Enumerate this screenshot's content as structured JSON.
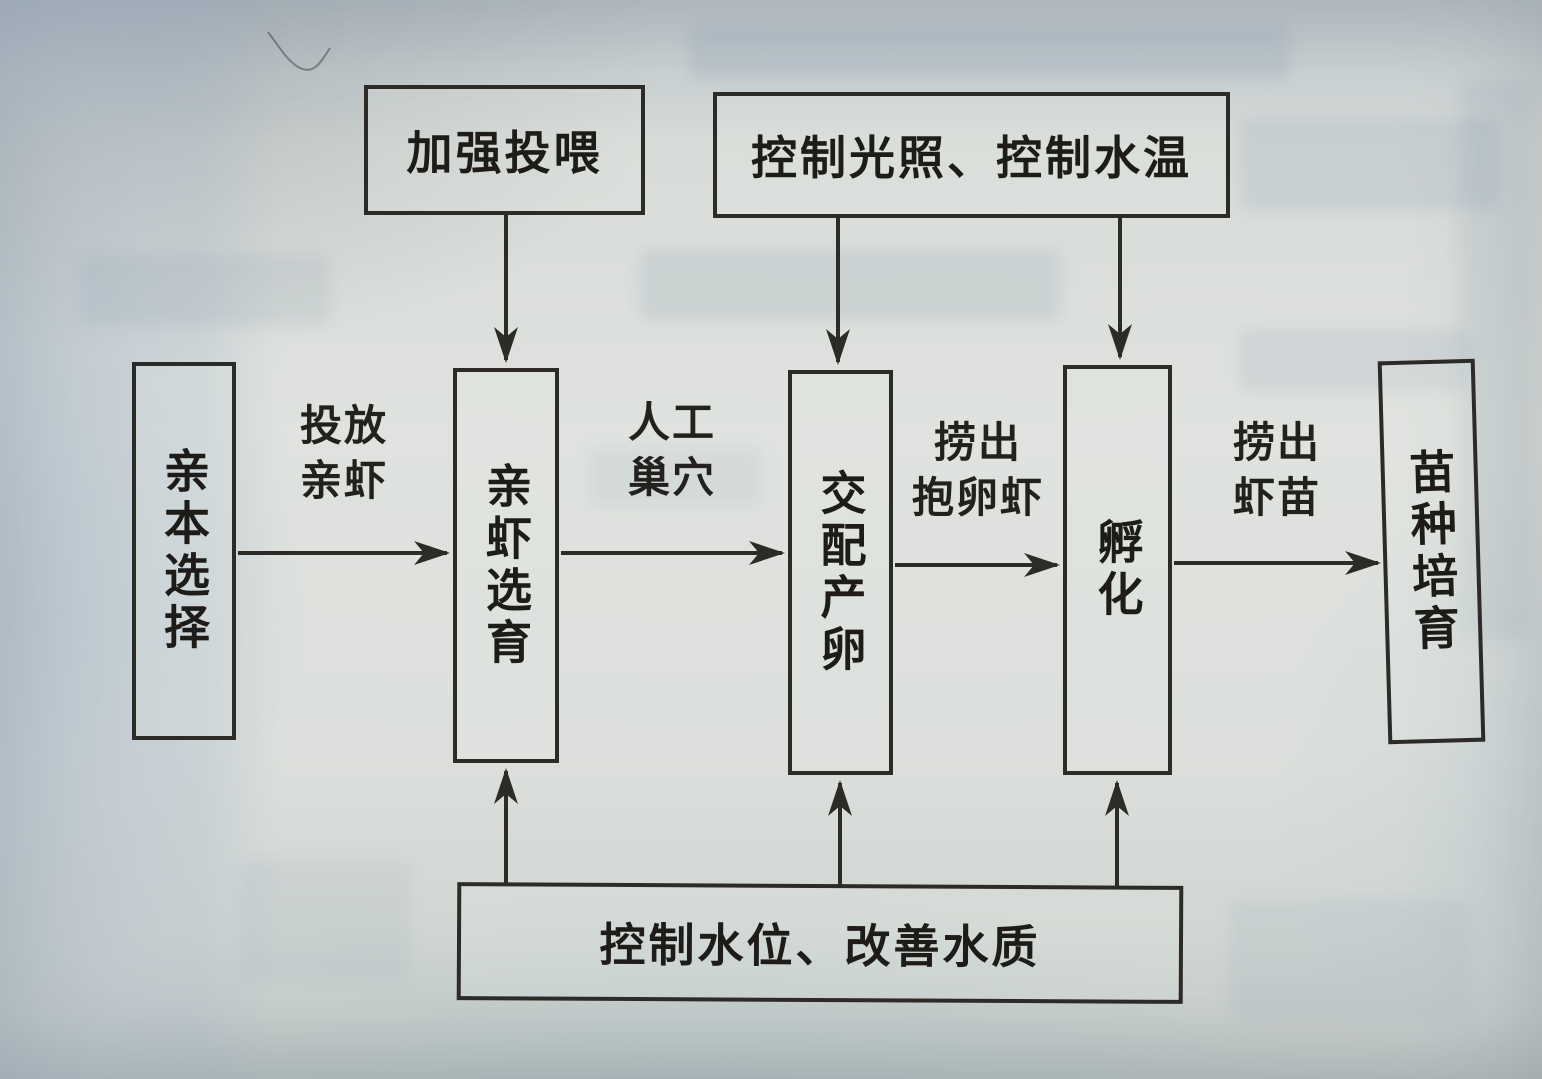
{
  "diagram": {
    "title_context": "shrimp-hatchery-process-flowchart",
    "top_boxes": [
      {
        "id": "strengthen-feeding",
        "label": "加强投喂"
      },
      {
        "id": "control-light-temp",
        "label": "控制光照、控制水温"
      }
    ],
    "process_boxes": [
      {
        "id": "parent-selection",
        "label": "亲本选择"
      },
      {
        "id": "broodstock-rearing",
        "label": "亲虾选育"
      },
      {
        "id": "mating-spawning",
        "label": "交配产卵"
      },
      {
        "id": "hatching",
        "label": "孵化"
      },
      {
        "id": "seedling-cultivation",
        "label": "苗种培育"
      }
    ],
    "flow_labels": [
      {
        "id": "stock-parent-shrimp",
        "label": "投放\n亲虾"
      },
      {
        "id": "artificial-nest",
        "label": "人工\n巢穴"
      },
      {
        "id": "remove-berried-shrimp",
        "label": "捞出\n抱卵虾"
      },
      {
        "id": "remove-shrimp-fry",
        "label": "捞出\n虾苗"
      }
    ],
    "bottom_box": {
      "id": "water-level-quality",
      "label": "控制水位、改善水质"
    },
    "colors": {
      "line": "#2d2b27",
      "text": "#1e1c19",
      "paper": "#dde0dc"
    }
  }
}
